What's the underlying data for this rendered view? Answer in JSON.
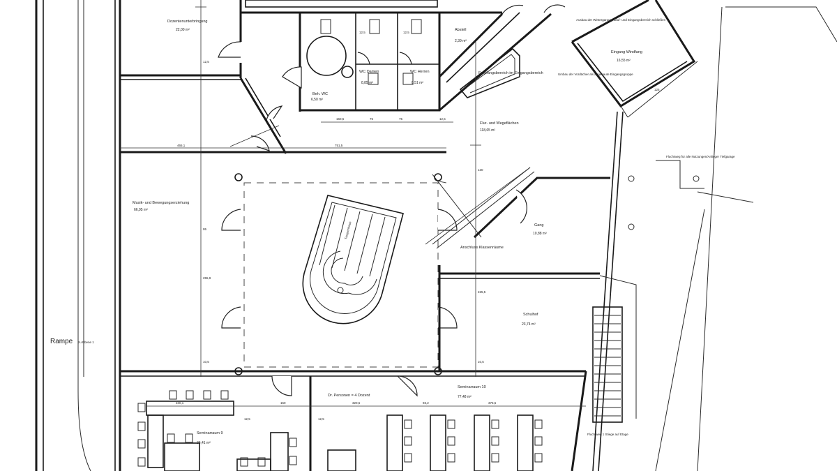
{
  "rooms": {
    "dozenten": {
      "name": "Dozentenunterbringung",
      "area": "22,00 m²"
    },
    "behinderten_wc": {
      "name": "Beh. WC",
      "area": "6,50 m²"
    },
    "wc_damen": {
      "name": "WC Damen",
      "area": "8,85 m²"
    },
    "wc_herren": {
      "name": "WC Herren",
      "area": "8,51 m²"
    },
    "abstell": {
      "name": "Abstell",
      "area": "2,39 m²"
    },
    "empfang": {
      "name": "Empfangsbereich im Eingangsbereich"
    },
    "eingang": {
      "name": "Eingang Windfang",
      "area": "16,55 m²"
    },
    "flur": {
      "name": "Flur- und Wegeflächen",
      "area": "118,65 m²"
    },
    "musik": {
      "name": "Musik- und Bewegungserziehung",
      "area": "66,95 m²"
    },
    "lehrer": {
      "name": "Gang",
      "area": "10,88 m²"
    },
    "schulhof": {
      "name": "Schulhof",
      "area": "23,74 m²"
    },
    "seminar10": {
      "name": "Seminarraum 10",
      "area": "77,48 m²"
    },
    "seminar9": {
      "name": "Seminarraum 9",
      "area": "36,41 m²"
    }
  },
  "notes": {
    "umbau_eingang": "Ausbau der Wintergarung, Lauf- und Eingangsbereich schließen",
    "umbau_vordach": "Umbau der Vordächer als angebaute Eingangsgruppe",
    "anschluss": "Anschluss Klassenräume",
    "persons": "Dr. Personen = 4 Dozent",
    "fluchtweg": "Fluchtweg für alle Nutzungen/Anlieger Tiefgarage",
    "stair": "Treppenhaus",
    "fluchtstiege": "Fluchtweg 1 Stiege auf Etage",
    "rampe_suffix": "zu Ebene 1"
  },
  "labels": {
    "rampe": "Rampe"
  },
  "dims": [
    "12,5",
    "465,1",
    "751,5",
    "255,9",
    "10,5",
    "130",
    "75",
    "95",
    "12,5",
    "400,1",
    "150",
    "160,5",
    "12,5",
    "320,5",
    "93,2",
    "12,5",
    "375,5",
    "225,5",
    "125"
  ]
}
